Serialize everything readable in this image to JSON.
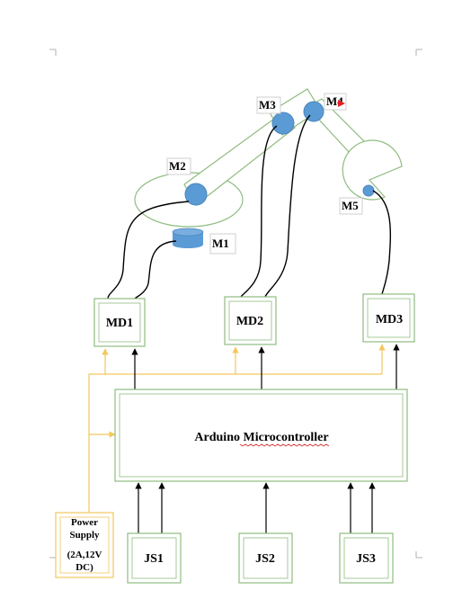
{
  "motor_labels": {
    "m1": "M1",
    "m2": "M2",
    "m3": "M3",
    "m4": "M4",
    "m5": "M5"
  },
  "motor_drivers": {
    "md1": "MD1",
    "md2": "MD2",
    "md3": "MD3"
  },
  "controller": {
    "label": "Arduino Microcontroller"
  },
  "power_supply": {
    "line1": "Power",
    "line2": "Supply",
    "line3": "(2A,12V",
    "line4": "DC)"
  },
  "joysticks": {
    "js1": "JS1",
    "js2": "JS2",
    "js3": "JS3"
  },
  "colors": {
    "box_green": "#8fbc80",
    "motor_blue": "#5b9bd5",
    "power_wire": "#f2c75c",
    "signal_wire": "#000000",
    "spell_underline": "#d0312d",
    "m4_arrow": "#e02020"
  }
}
